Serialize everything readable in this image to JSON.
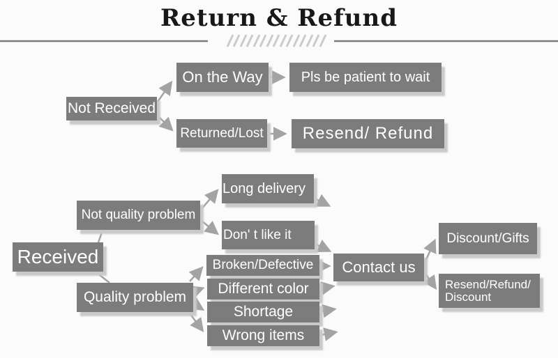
{
  "title": "Return & Refund",
  "nodes": {
    "not_received": "Not Received",
    "on_the_way": "On the Way",
    "pls_wait": "Pls be patient to wait",
    "returned_lost": "Returned/Lost",
    "resend_refund": "Resend/ Refund",
    "not_quality_problem": "Not quality problem",
    "received": "Received",
    "long_delivery": "Long delivery",
    "dont_like_it": "Don' t like it",
    "quality_problem": "Quality problem",
    "broken_defective": "Broken/Defective",
    "different_color": "Different color",
    "shortage": "Shortage",
    "wrong_items": "Wrong items",
    "contact_us": "Contact us",
    "discount_gifts": "Discount/Gifts",
    "resend_refund_discount_line1": "Resend/Refund/",
    "resend_refund_discount_line2": "Discount"
  },
  "colors": {
    "box_fill": "#7c7c7c",
    "box_text": "#ffffff",
    "box_shadow": "#c9c9c9",
    "arrow": "#a3a3a3",
    "title_text": "#181818",
    "divider_line": "#7b7b7b",
    "hatch_marks": "#cbcbcb",
    "background": "#fcfbfb"
  }
}
